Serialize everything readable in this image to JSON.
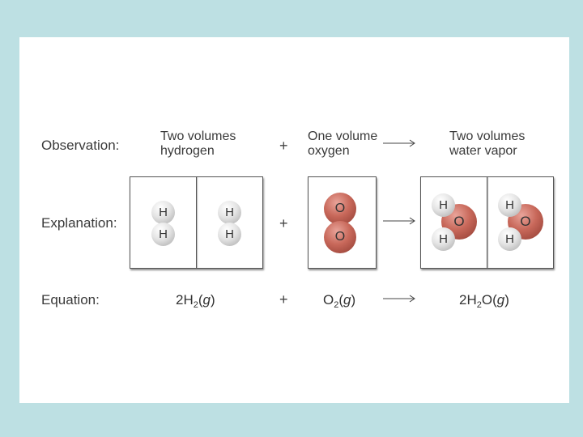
{
  "labels": {
    "observation": "Observation:",
    "explanation": "Explanation:",
    "equation": "Equation:"
  },
  "observation": {
    "reactant1_line1": "Two volumes",
    "reactant1_line2": "hydrogen",
    "reactant2_line1": "One volume",
    "reactant2_line2": "oxygen",
    "product_line1": "Two volumes",
    "product_line2": "water vapor"
  },
  "operators": {
    "plus": "+"
  },
  "atoms": {
    "hydrogen": "H",
    "oxygen": "O"
  },
  "equation": {
    "reactant1_coef": "2H",
    "reactant1_sub": "2",
    "reactant1_state": "g",
    "reactant2_el": "O",
    "reactant2_sub": "2",
    "reactant2_state": "g",
    "product_coef": "2H",
    "product_sub": "2",
    "product_tail": "O",
    "product_state": "g"
  },
  "colors": {
    "background": "#bde0e3",
    "oxygen": "#c8685a",
    "hydrogen": "#e4e4e4"
  }
}
